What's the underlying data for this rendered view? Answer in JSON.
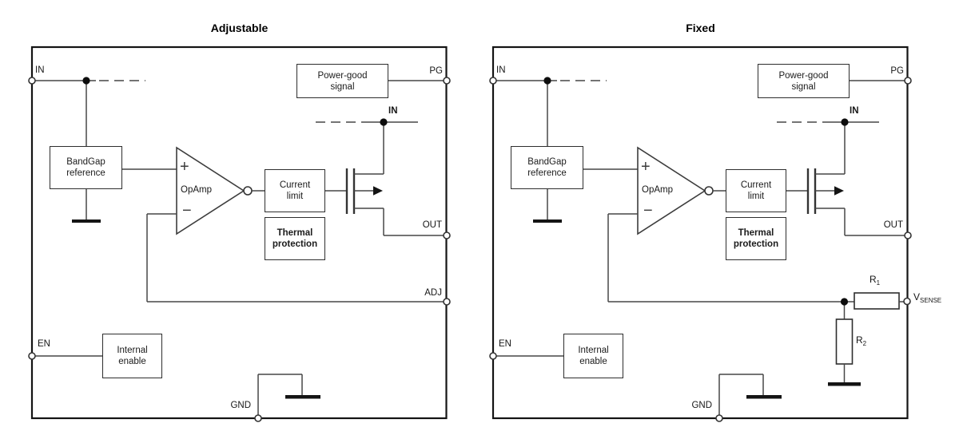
{
  "left": {
    "title": "Adjustable",
    "ports": {
      "in": "IN",
      "pg": "PG",
      "out": "OUT",
      "adj": "ADJ",
      "en": "EN",
      "gnd": "GND"
    },
    "fet_rail_label": "IN",
    "blocks": {
      "bandgap": "BandGap\nreference",
      "power_good": "Power-good\nsignal",
      "current_limit": "Current\nlimit",
      "thermal_protection": "Thermal\nprotection",
      "internal_enable": "Internal\nenable",
      "opamp": "OpAmp"
    },
    "opamp_inputs": {
      "plus": "+",
      "minus": "−"
    }
  },
  "right": {
    "title": "Fixed",
    "ports": {
      "in": "IN",
      "pg": "PG",
      "out": "OUT",
      "en": "EN",
      "gnd": "GND"
    },
    "vsense": {
      "main": "V",
      "sub": "SENSE"
    },
    "fet_rail_label": "IN",
    "blocks": {
      "bandgap": "BandGap\nreference",
      "power_good": "Power-good\nsignal",
      "current_limit": "Current\nlimit",
      "thermal_protection": "Thermal\nprotection",
      "internal_enable": "Internal\nenable",
      "opamp": "OpAmp"
    },
    "opamp_inputs": {
      "plus": "+",
      "minus": "−"
    },
    "resistors": {
      "r1": {
        "main": "R",
        "sub": "1"
      },
      "r2": {
        "main": "R",
        "sub": "2"
      }
    }
  }
}
